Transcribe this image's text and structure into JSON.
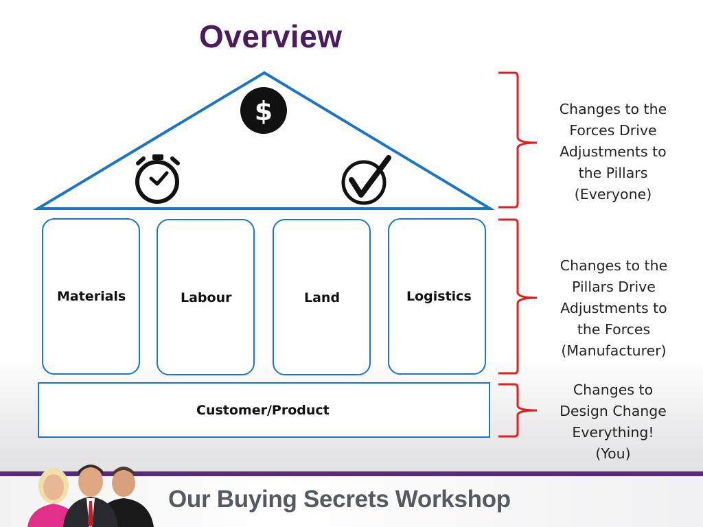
{
  "title": "Overview",
  "roof": {
    "icons": [
      "dollar-icon",
      "stopwatch-icon",
      "checkmark-icon"
    ],
    "dollar_symbol": "$"
  },
  "pillars": [
    {
      "label": "Materials"
    },
    {
      "label": "Labour"
    },
    {
      "label": "Land"
    },
    {
      "label": "Logistics"
    }
  ],
  "base": {
    "label": "Customer/Product"
  },
  "notes": [
    {
      "lines": [
        "Changes to the",
        "Forces Drive",
        "Adjustments to",
        "the Pillars",
        "(Everyone)"
      ]
    },
    {
      "lines": [
        "Changes to the",
        "Pillars Drive",
        "Adjustments to",
        "the Forces",
        "(Manufacturer)"
      ]
    },
    {
      "lines": [
        "Changes to",
        "Design Change",
        "Everything!",
        "(You)"
      ]
    }
  ],
  "footer": {
    "text": "Our Buying Secrets Workshop"
  },
  "colors": {
    "title": "#4a1c5c",
    "structure": "#1b75c0",
    "brace": "#e02020",
    "footer_bar": "#5a2a7e"
  }
}
